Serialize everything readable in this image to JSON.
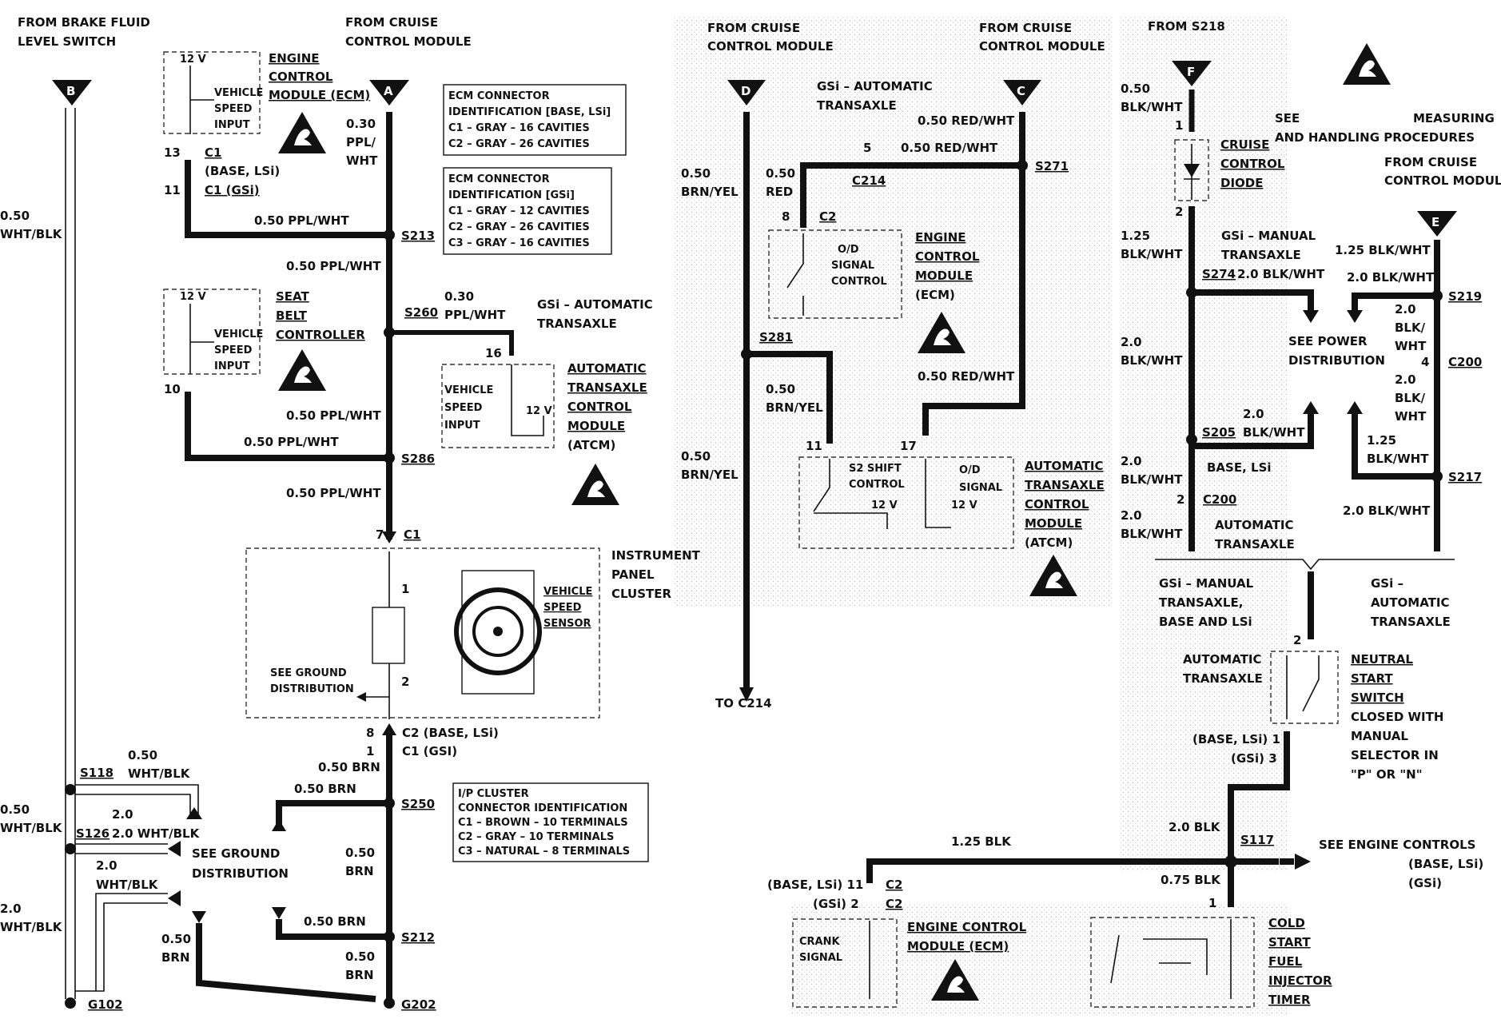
{
  "left": {
    "from_brake_fluid": [
      "FROM BRAKE FLUID",
      "LEVEL SWITCH"
    ],
    "conn_b": "B",
    "wire_b_top": [
      "0.50",
      "WHT/BLK"
    ],
    "from_cruise": [
      "FROM CRUISE",
      "CONTROL MODULE"
    ],
    "conn_a": "A",
    "wire_a": [
      "0.30",
      "PPL/",
      "WHT"
    ],
    "ecm_label": [
      "ENGINE",
      "CONTROL",
      "MODULE (ECM)"
    ],
    "vss_input": [
      "VEHICLE",
      "SPEED",
      "INPUT"
    ],
    "volt_12": "12 V",
    "pin_13": "13",
    "c1": "C1",
    "base_lsi": "(BASE, LSi)",
    "pin_11": "11",
    "c1_gsi": "C1 (GSi)",
    "ppl_wht_050": "0.50 PPL/WHT",
    "s213": "S213",
    "ecm_conn_box": [
      "ECM CONNECTOR",
      "IDENTIFICATION [BASE, LSi]",
      "C1 – GRAY – 16 CAVITIES",
      "C2 – GRAY – 26 CAVITIES"
    ],
    "ecm_conn_gsi_box": [
      "ECM CONNECTOR",
      "IDENTIFICATION [GSi]",
      "C1 – GRAY – 12 CAVITIES",
      "C2 – GRAY – 26 CAVITIES",
      "C3 – GRAY – 16 CAVITIES"
    ],
    "seat_belt": [
      "SEAT",
      "BELT",
      "CONTROLLER"
    ],
    "s260": "S260",
    "ppl_wht_030": [
      "0.30",
      "PPL/WHT"
    ],
    "gsi_auto": [
      "GSi – AUTOMATIC",
      "TRANSAXLE"
    ],
    "pin_16": "16",
    "atcm_label": [
      "AUTOMATIC",
      "TRANSAXLE",
      "CONTROL",
      "MODULE",
      "(ATCM)"
    ],
    "pin_10": "10",
    "s286": "S286",
    "pin_7": "7",
    "ipc_label": [
      "INSTRUMENT",
      "PANEL",
      "CLUSTER"
    ],
    "vss_sensor": [
      "VEHICLE",
      "SPEED",
      "SENSOR"
    ],
    "see_ground": [
      "SEE GROUND",
      "DISTRIBUTION"
    ],
    "pin_1": "1",
    "pin_2": "2",
    "pin_8": "8",
    "c2_base": "C2 (BASE, LSi)",
    "c1_gsi2": "C1 (GSI)",
    "brn_050": "0.50 BRN",
    "brn_050b": [
      "0.50",
      "BRN"
    ],
    "s250": "S250",
    "s212": "S212",
    "g202": "G202",
    "ip_box": [
      "I/P CLUSTER",
      "CONNECTOR IDENTIFICATION",
      "C1 – BROWN – 10 TERMINALS",
      "C2 – GRAY –  10 TERMINALS",
      "C3 – NATURAL – 8 TERMINALS"
    ],
    "s118": "S118",
    "wht_blk_050": [
      "0.50",
      "WHT/BLK"
    ],
    "s126": "S126",
    "wht_blk_20": [
      "2.0",
      "WHT/BLK"
    ],
    "wht_blk_20b": "2.0 WHT/BLK",
    "g102": "G102",
    "see_ground2": [
      "SEE GROUND",
      "DISTRIBUTION"
    ]
  },
  "middle": {
    "from_cruise_d": [
      "FROM CRUISE",
      "CONTROL MODULE"
    ],
    "from_cruise_c": [
      "FROM CRUISE",
      "CONTROL MODULE"
    ],
    "conn_d": "D",
    "conn_c": "C",
    "gsi_auto": [
      "GSi – AUTOMATIC",
      "TRANSAXLE"
    ],
    "red_wht_050": "0.50 RED/WHT",
    "pin_5": "5",
    "c214": "C214",
    "s271": "S271",
    "brn_yel": [
      "0.50",
      "BRN/YEL"
    ],
    "red": [
      "0.50",
      "RED"
    ],
    "pin_8": "8",
    "c2": "C2",
    "od_ctrl": [
      "O/D",
      "SIGNAL",
      "CONTROL"
    ],
    "ecm": [
      "ENGINE",
      "CONTROL",
      "MODULE",
      "(ECM)"
    ],
    "s281": "S281",
    "pin_11": "11",
    "pin_17": "17",
    "s2_shift": [
      "S2 SHIFT",
      "CONTROL"
    ],
    "od_signal": [
      "O/D",
      "SIGNAL"
    ],
    "atcm": [
      "AUTOMATIC",
      "TRANSAXLE",
      "CONTROL",
      "MODULE",
      "(ATCM)"
    ],
    "to_c214": "TO C214"
  },
  "right": {
    "from_s218": "FROM S218",
    "conn_f": "F",
    "blk_wht_050": [
      "0.50",
      "BLK/WHT"
    ],
    "see": "SEE",
    "measuring": "MEASURING",
    "handling": "AND HANDLING PROCEDURES",
    "cruise_diode": [
      "CRUISE",
      "CONTROL",
      "DIODE"
    ],
    "from_cruise_e": [
      "FROM CRUISE",
      "CONTROL MODULE"
    ],
    "conn_e": "E",
    "blk_wht_125": [
      "1.25",
      "BLK/WHT"
    ],
    "gsi_manual": [
      "GSi – MANUAL",
      "TRANSAXLE"
    ],
    "s274": "S274",
    "blk_wht_20_a": "2.0 BLK/WHT",
    "blk_wht_125b": "1.25 BLK/WHT",
    "blk_wht_20_b": "2.0 BLK/WHT",
    "s219": "S219",
    "see_power": [
      "SEE POWER",
      "DISTRIBUTION"
    ],
    "blk_wht_20_c": [
      "2.0",
      "BLK/",
      "WHT"
    ],
    "pin_4": "4",
    "c200": "C200",
    "blk_wht_20_d": [
      "2.0",
      "BLK/WHT"
    ],
    "s205": "S205",
    "blk_wht_20_e": [
      "2.0",
      "BLK/WHT"
    ],
    "base_lsi": "BASE, LSi",
    "blk_wht_125c": [
      "1.25",
      "BLK/WHT"
    ],
    "s217": "S217",
    "blk_wht_20_f": [
      "2.0",
      "BLK/WHT"
    ],
    "blk_wht_20_g": "2.0 BLK/WHT",
    "auto_trans": [
      "AUTOMATIC",
      "TRANSAXLE"
    ],
    "gsi_manual2": [
      "GSi – MANUAL",
      "TRANSAXLE,",
      "BASE AND LSi"
    ],
    "gsi_auto2": [
      "GSi –",
      "AUTOMATIC",
      "TRANSAXLE"
    ],
    "auto_trans2": [
      "AUTOMATIC",
      "TRANSAXLE"
    ],
    "neutral": [
      "NEUTRAL",
      "START",
      "SWITCH",
      "CLOSED WITH",
      "MANUAL",
      "SELECTOR IN",
      "\"P\" OR \"N\""
    ],
    "base_lsi_1": "(BASE, LSi) 1",
    "gsi_3": "(GSi) 3",
    "blk_20": "2.0 BLK",
    "blk_125": "1.25 BLK",
    "s117": "S117",
    "see_engine": [
      "SEE ENGINE CONTROLS",
      "(BASE, LSi)",
      "(GSi)"
    ],
    "blk_075": "0.75 BLK",
    "base_lsi_11": "(BASE, LSi) 11",
    "gsi_2": "(GSi) 2",
    "c2": "C2",
    "crank": [
      "CRANK",
      "SIGNAL"
    ],
    "ecm": [
      "ENGINE CONTROL",
      "MODULE (ECM)"
    ],
    "cold_start": [
      "COLD",
      "START",
      "FUEL",
      "INJECTOR",
      "TIMER"
    ],
    "pin_1": "1",
    "pin_2": "2"
  }
}
